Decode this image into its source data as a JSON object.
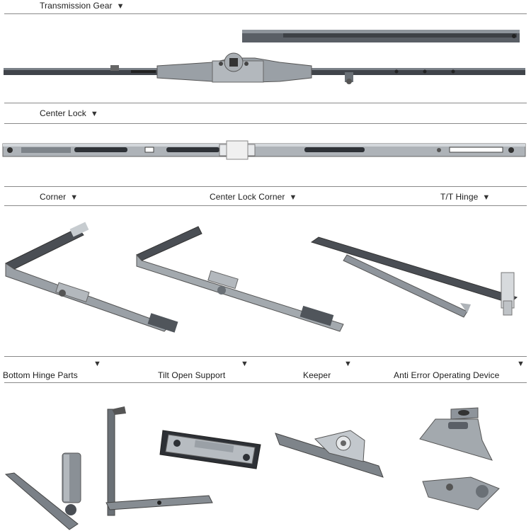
{
  "sections": {
    "transmission_gear": "Transmission Gear",
    "center_lock": "Center Lock",
    "corner": "Corner",
    "center_lock_corner": "Center Lock Corner",
    "tt_hinge": "T/T Hinge",
    "bottom_hinge_parts": "Bottom Hinge Parts",
    "tilt_open_support": "Tilt Open Support",
    "keeper": "Keeper",
    "anti_error_operating_device": "Anti Error Operating Device"
  },
  "icons": {
    "dropdown": "triangle-down-icon"
  },
  "colors": {
    "metal_dark": "#4a4e54",
    "metal_mid": "#8e949b",
    "metal_light": "#c9ced3",
    "rule": "#8a8a8a"
  }
}
